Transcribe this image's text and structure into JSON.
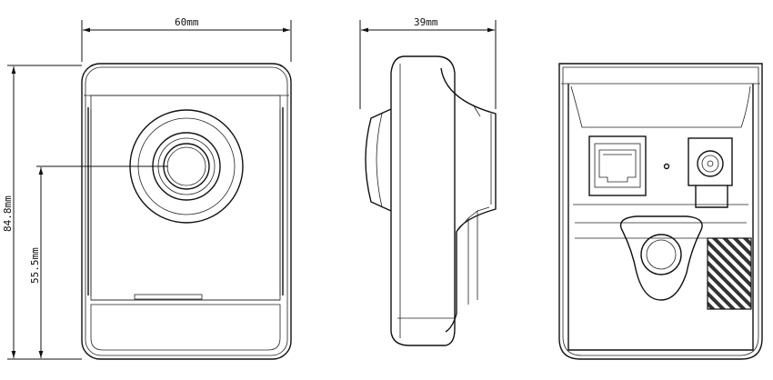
{
  "dimensions": {
    "width_front": "60mm",
    "depth_side": "39mm",
    "height_total": "84.8mm",
    "lens_height": "55.5mm"
  },
  "views": [
    "front-view",
    "side-view",
    "back-view"
  ]
}
